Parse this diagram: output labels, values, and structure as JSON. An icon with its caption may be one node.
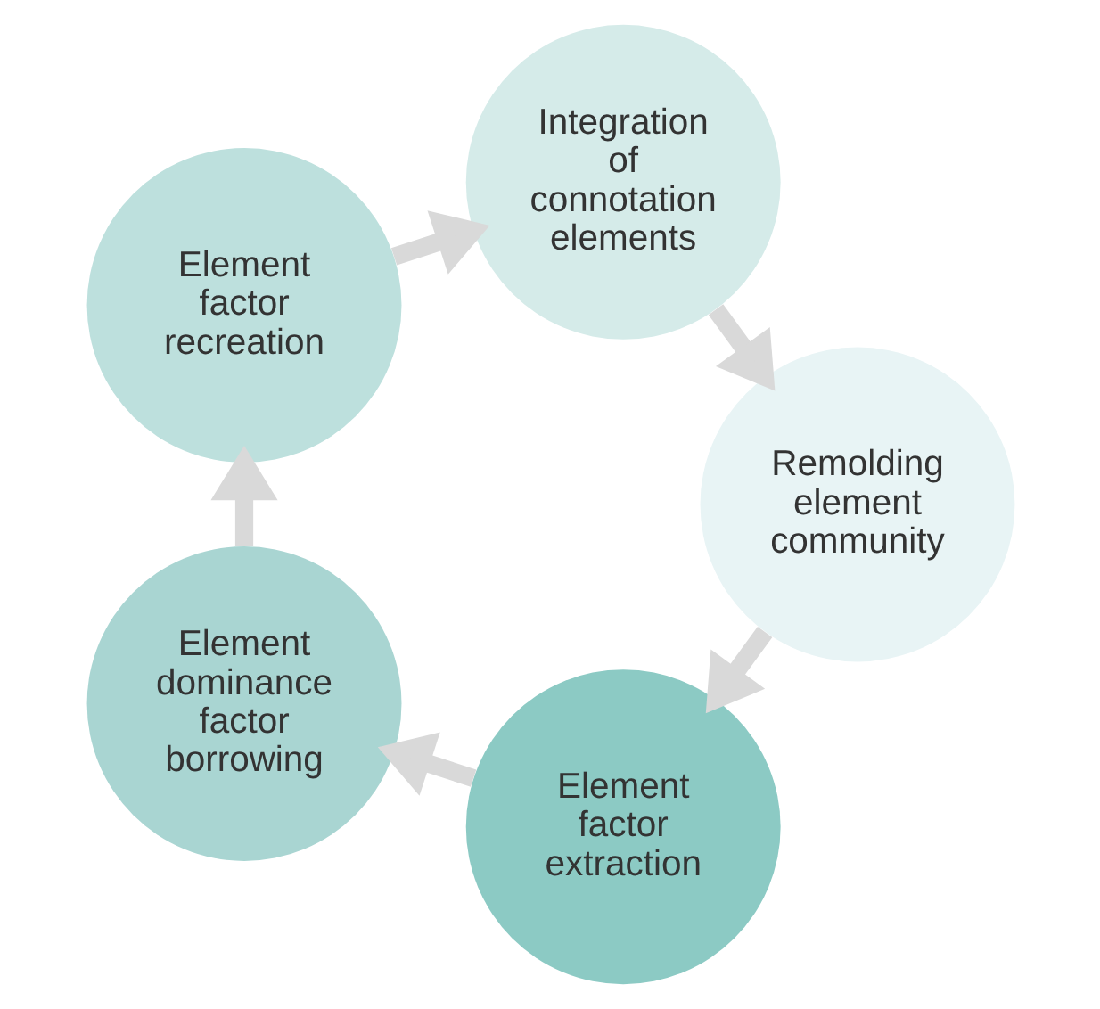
{
  "diagram": {
    "nodes": [
      {
        "text": [
          "Element factor extraction"
        ]
      },
      {
        "text": [
          "Element dominance factor borrowing"
        ]
      },
      {
        "text": [
          "Element factor recreation"
        ]
      },
      {
        "text": [
          "Integration of connotation elements"
        ]
      },
      {
        "text": [
          "Remolding element community"
        ]
      }
    ],
    "edges": [
      {
        "from": 0,
        "to": 1,
        "arrow": "to"
      },
      {
        "from": 1,
        "to": 2,
        "arrow": "to"
      },
      {
        "from": 2,
        "to": 3,
        "arrow": "to"
      },
      {
        "from": 3,
        "to": 4,
        "arrow": "to"
      },
      {
        "from": 4,
        "to": 0,
        "arrow": "to"
      }
    ]
  }
}
